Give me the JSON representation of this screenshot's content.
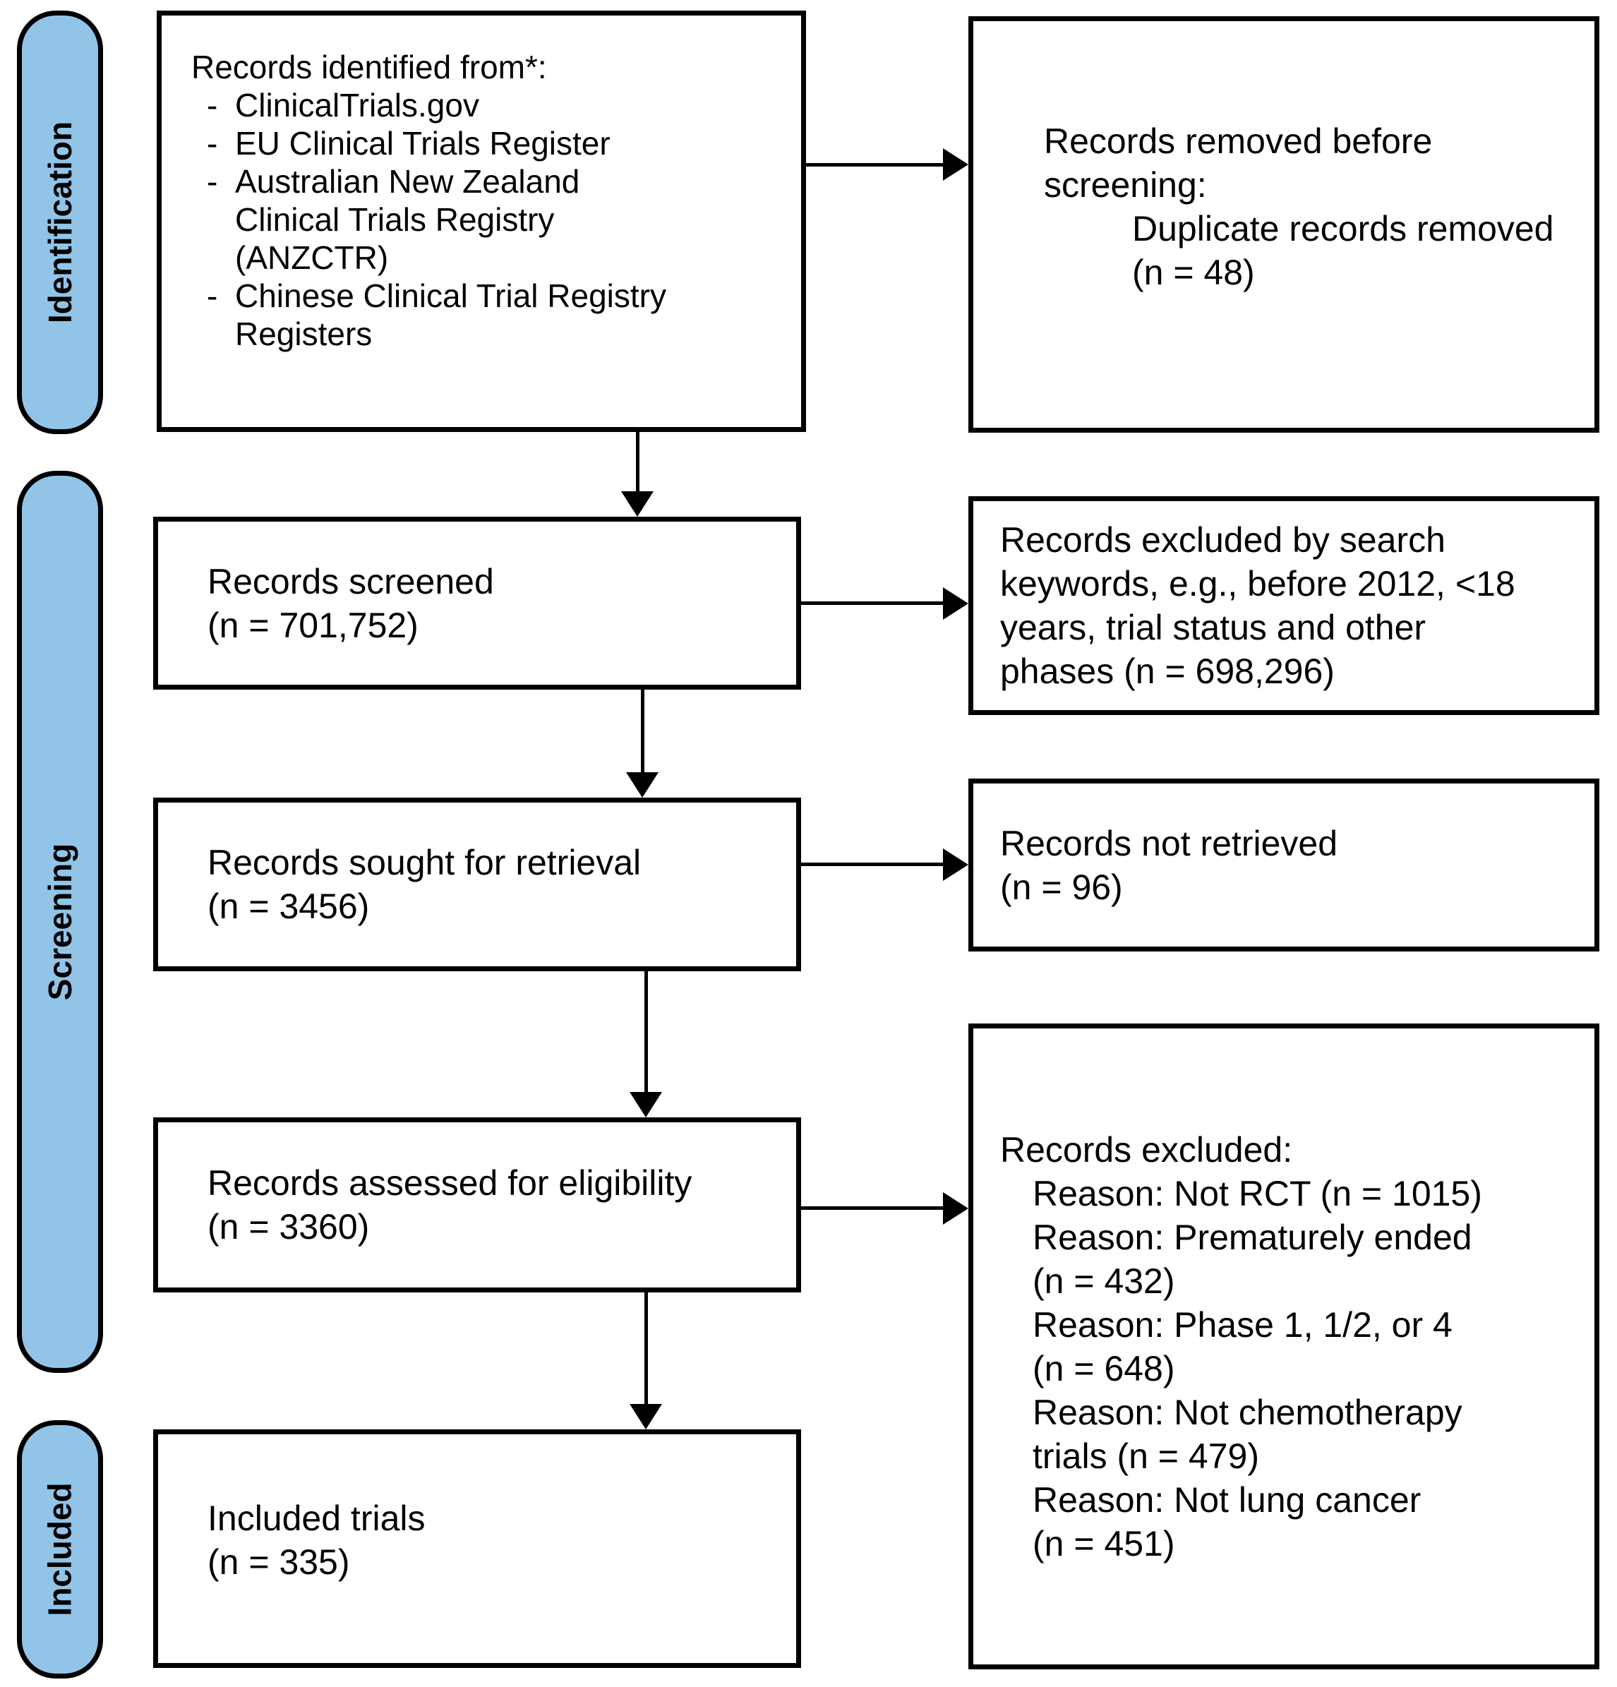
{
  "colors": {
    "stage_fill": "#92C4E8",
    "line": "#000000",
    "box_background": "#FFFFFF"
  },
  "sidebar": {
    "identification_label": "Identification",
    "screening_label": "Screening",
    "included_label": "Included"
  },
  "boxes": {
    "identified": {
      "heading": "Records identified from*:",
      "bullet": "-",
      "sources": [
        "ClinicalTrials.gov",
        "EU Clinical Trials Register",
        "Australian New Zealand\nClinical Trials Registry\n(ANZCTR)",
        "Chinese Clinical Trial Registry\nRegisters"
      ]
    },
    "removed_before_screening": {
      "heading": "Records removed before\nscreening:",
      "detail": "Duplicate records removed\n(n = 48)"
    },
    "screened": {
      "label": "Records screened",
      "n": "(n = 701,752)"
    },
    "excluded_by_keywords": {
      "text": "Records excluded by search\nkeywords, e.g., before 2012, <18\nyears, trial status and other\nphases (n = 698,296)"
    },
    "sought": {
      "label": "Records sought for retrieval",
      "n": "(n = 3456)"
    },
    "not_retrieved": {
      "label": "Records not retrieved",
      "n": "(n = 96)"
    },
    "assessed": {
      "label": "Records assessed for eligibility",
      "n": "(n = 3360)"
    },
    "excluded": {
      "heading": "Records excluded:",
      "reasons": [
        "Reason: Not RCT (n = 1015)",
        "Reason: Prematurely ended\n(n = 432)",
        "Reason: Phase 1, 1/2, or 4\n(n = 648)",
        "Reason: Not chemotherapy\ntrials (n = 479)",
        "Reason: Not lung cancer\n(n = 451)"
      ]
    },
    "included_trials": {
      "label": "Included trials",
      "n": "(n = 335)"
    }
  }
}
